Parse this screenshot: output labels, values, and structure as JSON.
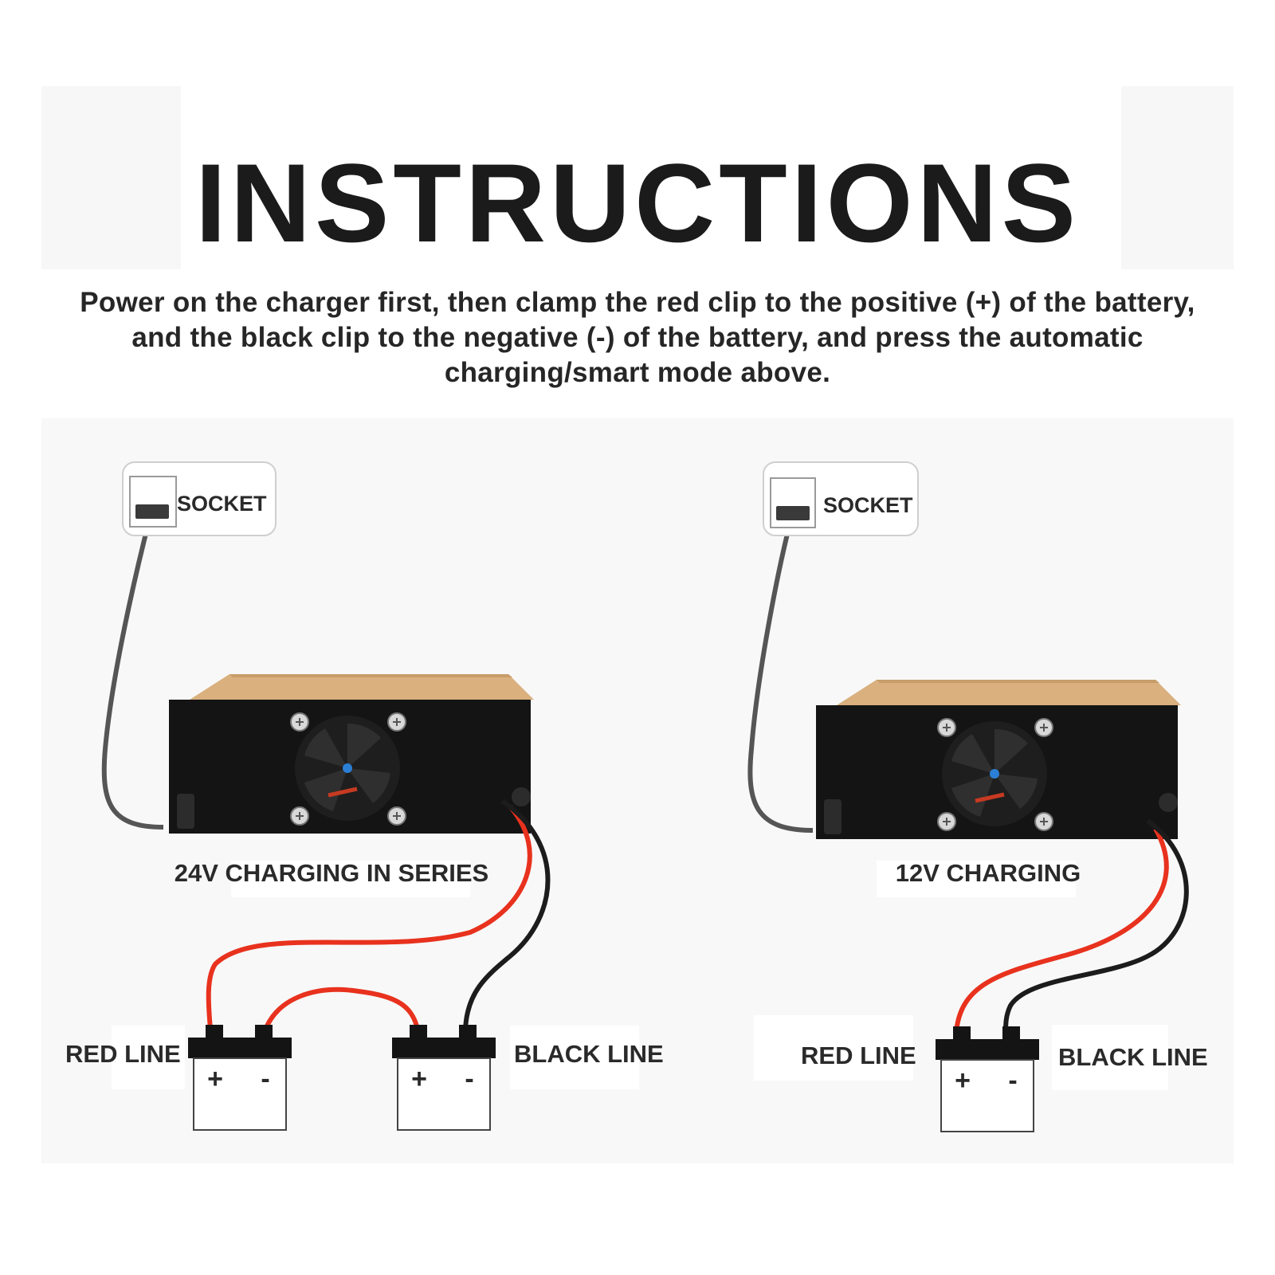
{
  "header": {
    "title": "INSTRUCTIONS",
    "description": "Power on the charger first, then clamp the red clip to the positive (+) of the battery, and the black clip to the negative (-) of the battery, and press the automatic charging/smart mode above."
  },
  "left_setup": {
    "socket_label": "SOCKET",
    "caption": "24V CHARGING IN SERIES",
    "red_label": "RED LINE",
    "black_label": "BLACK LINE",
    "plus": "+",
    "minus": "-"
  },
  "right_setup": {
    "socket_label": "SOCKET",
    "caption": "12V CHARGING",
    "red_label": "RED LINE",
    "black_label": "BLACK LINE",
    "plus": "+",
    "minus": "-"
  },
  "colors": {
    "red_wire": "#e8321e",
    "black_wire": "#1c1c1c",
    "power_cord": "#555555",
    "charger_top": "#d9b07e",
    "charger_body": "#141414"
  }
}
